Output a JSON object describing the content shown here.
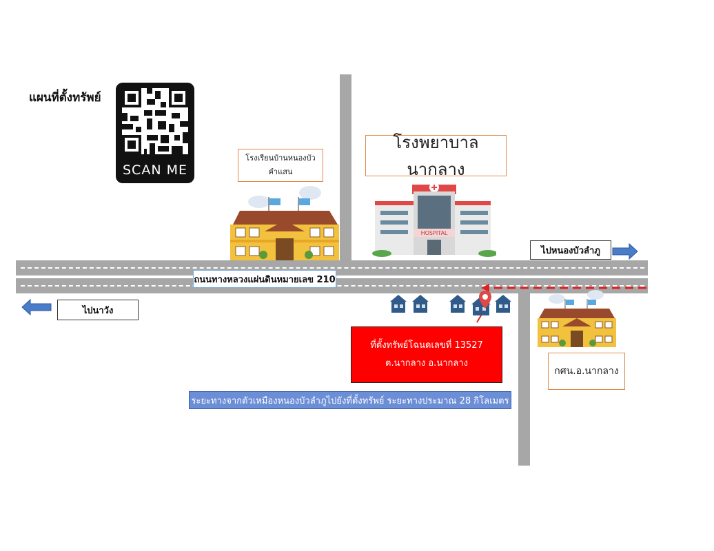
{
  "map": {
    "title": "แผนที่ตั้งทรัพย์",
    "qr": {
      "caption": "SCAN ME"
    },
    "labels": {
      "school": "โรงเรียนบ้านหนองบัวคำแสน",
      "hospital": "โรงพยาบาลนากลาง",
      "hospital_sign": "HOSPITAL",
      "highway": "ถนนทางหลวงแผ่นดินหมายเลข 210",
      "to_right": "ไปหนองบัวลำภู",
      "to_left": "ไปนาวัง",
      "learning_center": "กศน.อ.นากลาง",
      "property_line1": "ที่ตั้งทรัพย์โฉนดเลขที่ 13527",
      "property_line2": "ต.นากลาง อ.นากลาง",
      "distance": "ระยะทางจากตัวเหมืองหนองบัวลำภูไปยังที่ตั้งทรัพย์ ระยะทางประมาณ 28 กิโลเมตร"
    },
    "colors": {
      "road": "#a7a7a7",
      "arrow": "#4a7cc8",
      "property_box": "#ff0000",
      "distance_box": "#6b8ed6",
      "route_line": "#e02020"
    }
  }
}
